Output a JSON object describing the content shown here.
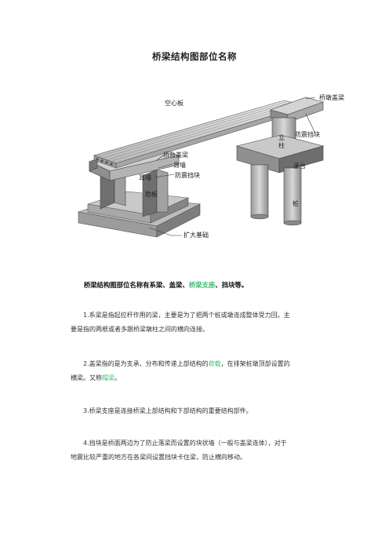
{
  "title": "桥梁结构图部位名称",
  "figure": {
    "labels": {
      "hollow_slab": "空心板",
      "pier_cap": "桥墩盖梁",
      "anti_seismic_block_right": "防震挡块",
      "column": "立柱",
      "column_chars": [
        "立",
        "柱"
      ],
      "bearing_platform": "承台",
      "pile": "桩",
      "abutment_cap": "桥台盖梁",
      "back_wall": "背墙",
      "anti_seismic_block_left": "防震挡块",
      "ear_wall": "耳墙",
      "rib_plate": "肋板",
      "expanded_foundation": "扩大基础"
    }
  },
  "lead": {
    "text_a": "桥梁结构图部位名称有系梁、盖梁、",
    "link": "桥梁支座",
    "text_b": "、挡块等。"
  },
  "p1": {
    "line1": "1.系梁是指起拉杆作用的梁，主要是为了把两个桩或墩连成整体受力回。主",
    "line2": "要是指的两根或者多跟桥梁墩柱之间的横向连接。"
  },
  "p2": {
    "line1_a": "2.盖梁指的是为支承、分布和传递上部结构的",
    "line1_link": "荷载",
    "line1_b": "，在排架桩墩顶部设置的",
    "line2_a": "横梁。又称",
    "line2_link": "帽梁",
    "line2_b": "。"
  },
  "p3": {
    "line1": "3.桥梁支座是连接桥梁上部结构和下部结构的重要结构部件。"
  },
  "p4": {
    "line1": "4.挡块是桥面两边为了防止落梁而设置的块状墙（一般与盖梁连体），对于",
    "line2": "地震比较严重的地方在各梁间设置挡块卡住梁，防止横向移动。"
  }
}
